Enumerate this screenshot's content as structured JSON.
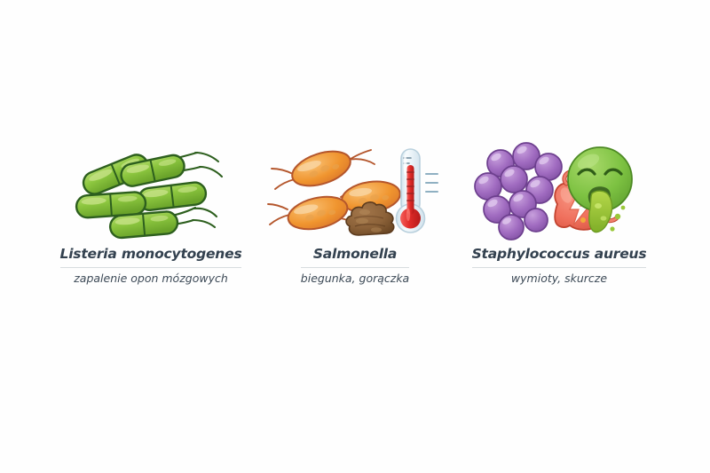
{
  "background_color": "#fefefe",
  "title_color": "#33414f",
  "subtitle_color": "#3d4a57",
  "divider_color": "#d8dcdf",
  "cards": [
    {
      "id": "listeria",
      "title": "Listeria monocytogenes",
      "subtitle": "zapalenie opon mózgowych",
      "illustration": "green-rod-bacteria-with-flagella",
      "colors": {
        "body": "#8cc63f",
        "body_dark": "#6aa32a",
        "outline": "#2d5f1e",
        "highlight": "#c3e183"
      }
    },
    {
      "id": "salmonella",
      "title": "Salmonella",
      "subtitle": "biegunka, gorączka",
      "illustration": "orange-rod-bacteria-stool-thermometer",
      "colors": {
        "body": "#f0952f",
        "body_dark": "#d9742a",
        "outline": "#b4562c",
        "highlight": "#f9c98a",
        "stool": "#8c6239",
        "stool_dark": "#6b4724",
        "thermometer_glass": "#e9f2f7",
        "thermometer_red": "#e02b28"
      }
    },
    {
      "id": "staphylococcus",
      "title": "Staphylococcus aureus",
      "subtitle": "wymioty, skurcze",
      "illustration": "purple-coccus-cluster-vomiting-face-stomach",
      "colors": {
        "coccus": "#a06bc0",
        "coccus_dark": "#7e4ea0",
        "coccus_highlight": "#cba6de",
        "face": "#7dc242",
        "face_dark": "#5c9c2d",
        "vomit": "#9ac83a",
        "stomach": "#ef6f5c",
        "stomach_dark": "#d4503d",
        "bolt": "#ffffff"
      }
    }
  ]
}
